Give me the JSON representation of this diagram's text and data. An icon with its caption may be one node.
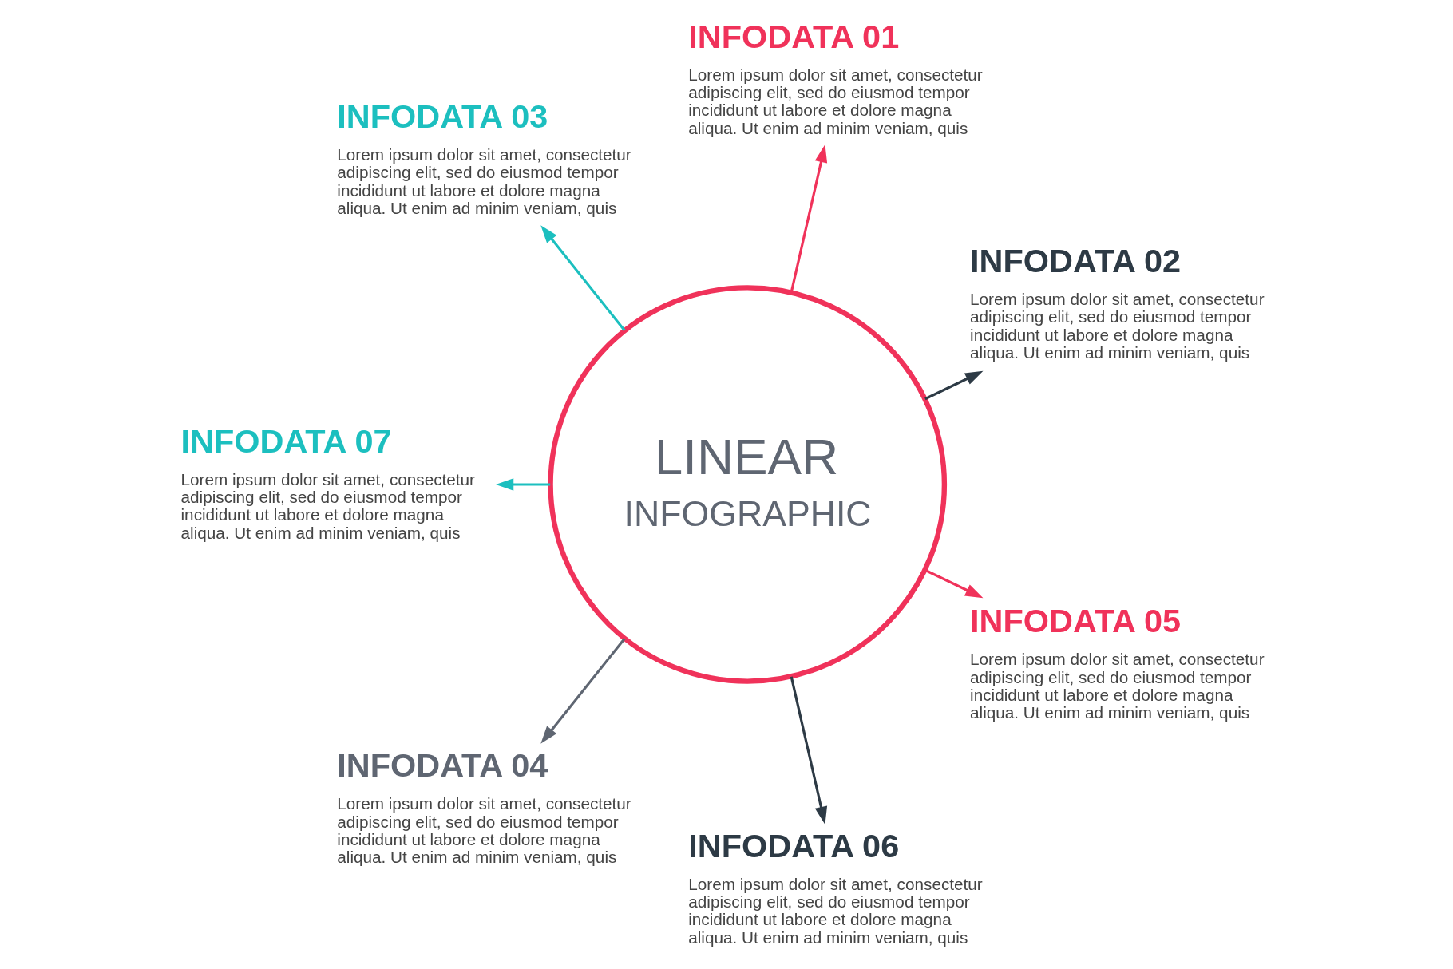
{
  "diagram": {
    "nodes": [
      {
        "text": [
          "INFODATA 02",
          "Lorem ipsum dolor sit amet, consectetur adipiscing elit, sed do eiusmod tempor incididunt ut labore et dolore magna aliqua. Ut enim ad minim veniam, quis"
        ]
      },
      {
        "text": [
          "INFODATA 01",
          "Lorem ipsum dolor sit amet, consectetur adipiscing elit, sed do eiusmod tempor incididunt ut labore et dolore magna aliqua. Ut enim ad minim veniam, quis"
        ]
      },
      {
        "text": [
          "INFODATA 03",
          "Lorem ipsum dolor sit amet, consectetur adipiscing elit, sed do eiusmod tempor incididunt ut labore et dolore magna aliqua. Ut enim ad minim veniam, quis"
        ]
      },
      {
        "text": [
          "LINEAR",
          "INFOGRAPHIC"
        ]
      },
      {
        "text": [
          "INFODATA 07",
          "Lorem ipsum dolor sit amet, consectetur adipiscing elit, sed do eiusmod tempor incididunt ut labore et dolore magna aliqua. Ut enim ad minim veniam, quis"
        ]
      },
      {
        "text": [
          "INFODATA 04",
          "Lorem ipsum dolor sit amet, consectetur adipiscing elit, sed do eiusmod tempor incididunt ut labore et dolore magna aliqua. Ut enim ad minim veniam, quis"
        ]
      },
      {
        "text": [
          "INFODATA 06",
          "Lorem ipsum dolor sit amet, consectetur adipiscing elit, sed do eiusmod tempor incididunt ut labore et dolore magna aliqua. Ut enim ad minim veniam, quis"
        ]
      },
      {
        "text": [
          "INFODATA 05",
          "Lorem ipsum dolor sit amet, consectetur adipiscing elit, sed do eiusmod tempor incididunt ut labore et dolore magna aliqua. Ut enim ad minim veniam, quis"
        ]
      }
    ],
    "edges": [
      {
        "from": 3,
        "to": 0,
        "arrow": "to",
        "color": "#2d3a45"
      },
      {
        "from": 3,
        "to": 2,
        "arrow": "to",
        "color": "#1cbfbf"
      },
      {
        "from": 3,
        "to": 5,
        "arrow": "to",
        "color": "#5f6672"
      },
      {
        "from": 3,
        "to": 7,
        "arrow": "to",
        "color": "#f0325a"
      },
      {
        "from": 3,
        "to": 6,
        "arrow": "to",
        "color": "#2d3a45"
      },
      {
        "from": 3,
        "to": 4,
        "arrow": "to",
        "color": "#1cbfbf"
      },
      {
        "from": 3,
        "to": 1,
        "arrow": "to",
        "color": "#f0325a"
      }
    ]
  }
}
